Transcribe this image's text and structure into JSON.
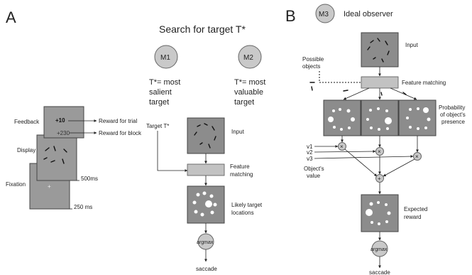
{
  "panel_a": {
    "letter": "A",
    "trial": {
      "feedback_label": "Feedback",
      "display_label": "Display",
      "fixation_label": "Fixation",
      "feedback_value": "+10",
      "block_value": "+230",
      "reward_trial": "Reward for trial",
      "reward_block": "Reward for block",
      "time_display": "500ms",
      "time_fixation": "250 ms",
      "fixation_cross": "+"
    },
    "search_title": "Search for target T*",
    "model1": {
      "id": "M1",
      "desc": [
        "T*= most",
        "salient",
        "target"
      ]
    },
    "model2": {
      "id": "M2",
      "desc": [
        "T*= most",
        "valuable",
        "target"
      ]
    },
    "flow": {
      "target_label": "Target T*",
      "input": "Input",
      "feature_matching": [
        "Feature",
        "matching"
      ],
      "likely_locations": [
        "Likely target",
        "locations"
      ],
      "argmax": "argmax",
      "saccade": "saccade"
    }
  },
  "panel_b": {
    "letter": "B",
    "model": {
      "id": "M3",
      "title": "Ideal observer"
    },
    "possible_objects": [
      "Possible",
      "objects"
    ],
    "input": "Input",
    "feature_matching": "Feature matching",
    "probability": [
      "Probability",
      "of object's",
      "presence"
    ],
    "values": [
      "v1",
      "v2",
      "v3"
    ],
    "objects_value": [
      "Object's",
      "value"
    ],
    "times": "×",
    "plus": "+",
    "expected_reward": [
      "Expected",
      "reward"
    ],
    "argmax": "argmax",
    "saccade": "saccade"
  }
}
